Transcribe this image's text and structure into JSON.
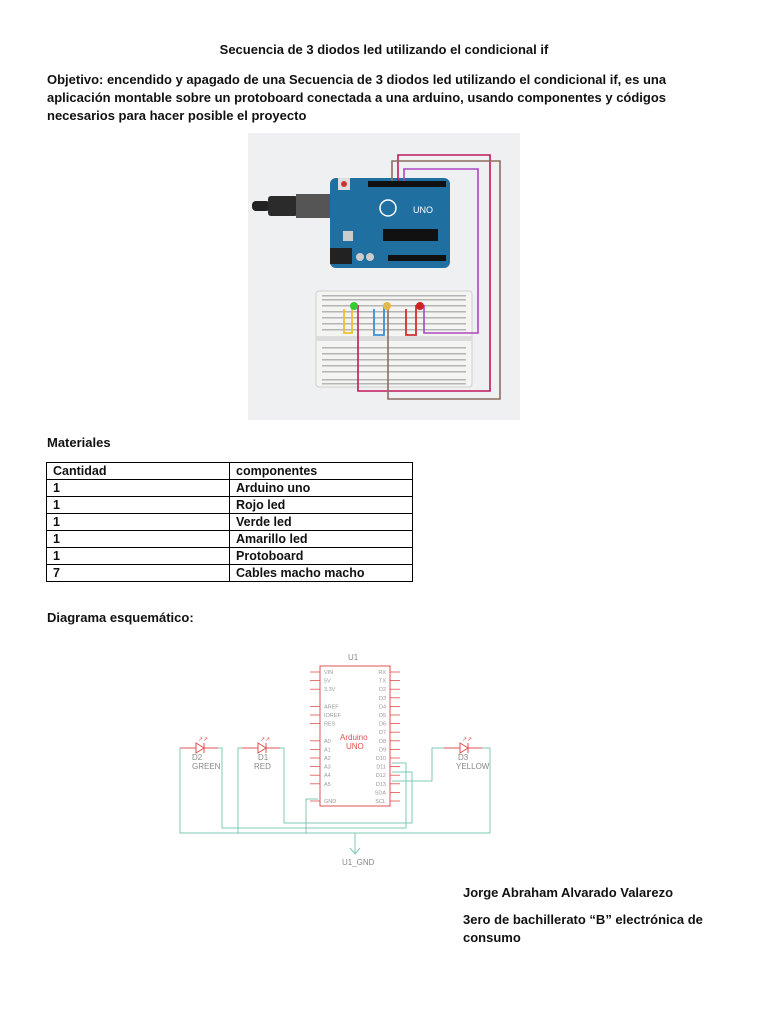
{
  "document": {
    "title": "Secuencia de 3 diodos led utilizando el condicional if",
    "objective_label": "Objetivo:",
    "objective_text": " encendido y apagado de una Secuencia de 3 diodos led utilizando el condicional if, es una aplicación montable sobre un protoboard conectada a una arduino, usando componentes y códigos necesarios para hacer posible el proyecto",
    "materials_heading": "Materiales",
    "schematic_heading": "Diagrama esquemático:"
  },
  "photo": {
    "board_label": "UNO",
    "led_colors": [
      "#33cc33",
      "#e6b84c",
      "#cc2222"
    ],
    "wire_colors": [
      "#c2185b",
      "#8d6e63",
      "#d32f2f",
      "#ab47bc",
      "#f0c030",
      "#3a8fd8"
    ]
  },
  "materials": {
    "headers": [
      "Cantidad",
      "componentes"
    ],
    "rows": [
      [
        "1",
        "Arduino uno"
      ],
      [
        "1",
        "Rojo led"
      ],
      [
        "1",
        "Verde led"
      ],
      [
        "1",
        "Amarillo led"
      ],
      [
        "1",
        "Protoboard"
      ],
      [
        "7",
        "Cables macho macho"
      ]
    ]
  },
  "schematic": {
    "ic_ref": "U1",
    "ic_name_line1": "Arduino",
    "ic_name_line2": "UNO",
    "left_pins": [
      "VIN",
      "5V",
      "3.3V",
      "",
      "AREF",
      "IOREF",
      "RES",
      "",
      "A0",
      "A1",
      "A2",
      "A3",
      "A4",
      "A5",
      "",
      "GND"
    ],
    "right_pins": [
      "RX",
      "TX",
      "D2",
      "D3",
      "D4",
      "D5",
      "D6",
      "D7",
      "D8",
      "D9",
      "D10",
      "D11",
      "D12",
      "D13",
      "SDA",
      "SCL"
    ],
    "leds": [
      {
        "ref": "D2",
        "color": "GREEN"
      },
      {
        "ref": "D1",
        "color": "RED"
      },
      {
        "ref": "D3",
        "color": "YELLOW"
      }
    ],
    "ground_label": "U1_GND",
    "wire_color": "#7fc8b4",
    "part_color": "#e05050"
  },
  "author": {
    "name": "Jorge Abraham Alvarado Valarezo",
    "course_line1": "3ero de bachillerato “B” electrónica de",
    "course_line2": "consumo"
  }
}
